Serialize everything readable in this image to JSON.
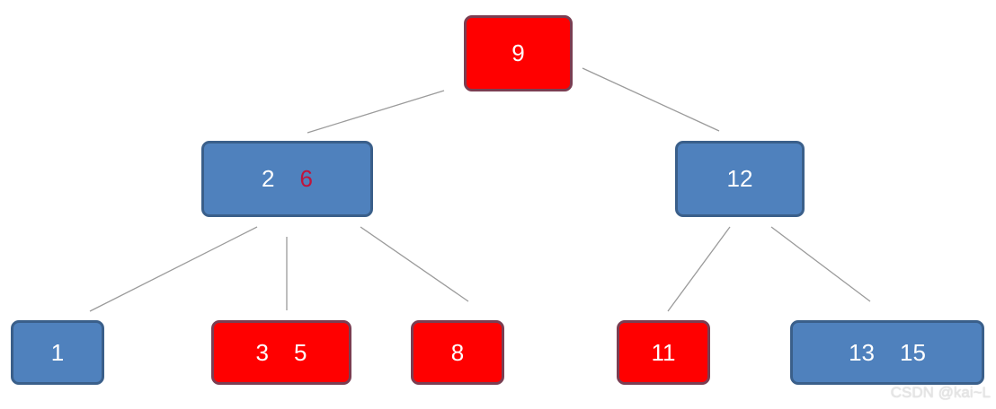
{
  "diagram": {
    "nodes": [
      {
        "id": "n9",
        "color": "red",
        "keys": [
          "9"
        ]
      },
      {
        "id": "n2-6",
        "color": "blue",
        "keys": [
          "2",
          "6"
        ],
        "highlight_key_index": 1
      },
      {
        "id": "n12",
        "color": "blue",
        "keys": [
          "12"
        ]
      },
      {
        "id": "n1",
        "color": "blue",
        "keys": [
          "1"
        ]
      },
      {
        "id": "n3-5",
        "color": "red",
        "keys": [
          "3",
          "5"
        ]
      },
      {
        "id": "n8",
        "color": "red",
        "keys": [
          "8"
        ]
      },
      {
        "id": "n11",
        "color": "red",
        "keys": [
          "11"
        ]
      },
      {
        "id": "n13-15",
        "color": "blue",
        "keys": [
          "13",
          "15"
        ]
      }
    ],
    "edges": [
      {
        "from": "n9",
        "to": "n2-6"
      },
      {
        "from": "n9",
        "to": "n12"
      },
      {
        "from": "n2-6",
        "to": "n1"
      },
      {
        "from": "n2-6",
        "to": "n3-5"
      },
      {
        "from": "n2-6",
        "to": "n8"
      },
      {
        "from": "n12",
        "to": "n11"
      },
      {
        "from": "n12",
        "to": "n13-15"
      }
    ],
    "colors": {
      "blue_fill": "#4f81bd",
      "red_fill": "#ff0000",
      "edge": "#9b9b9b",
      "highlight_key": "#c0143c"
    }
  },
  "watermark": "CSDN @kai~L"
}
